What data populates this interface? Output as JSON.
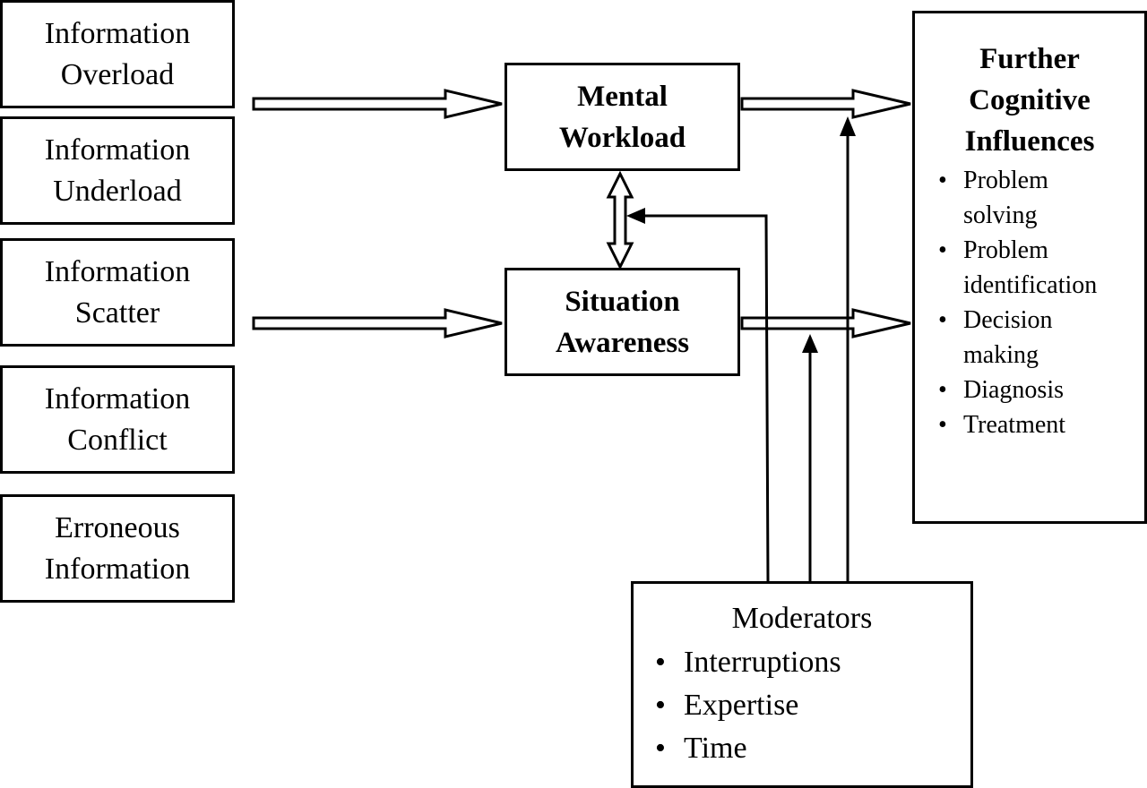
{
  "sources": [
    {
      "line1": "Information",
      "line2": "Overload"
    },
    {
      "line1": "Information",
      "line2": "Underload"
    },
    {
      "line1": "Information",
      "line2": "Scatter"
    },
    {
      "line1": "Information",
      "line2": "Conflict"
    },
    {
      "line1": "Erroneous",
      "line2": "Information"
    }
  ],
  "mental_workload": {
    "line1": "Mental",
    "line2": "Workload"
  },
  "situation_awareness": {
    "line1": "Situation",
    "line2": "Awareness"
  },
  "further": {
    "title_line1": "Further",
    "title_line2": "Cognitive",
    "title_line3": "Influences",
    "items": [
      {
        "line1": "Problem",
        "line2": "solving"
      },
      {
        "line1": "Problem",
        "line2": "identification"
      },
      {
        "line1": "Decision",
        "line2": "making"
      },
      {
        "line1": "Diagnosis",
        "line2": ""
      },
      {
        "line1": "Treatment",
        "line2": ""
      }
    ]
  },
  "moderators": {
    "title": "Moderators",
    "items": [
      "Interruptions",
      "Expertise",
      "Time"
    ]
  }
}
